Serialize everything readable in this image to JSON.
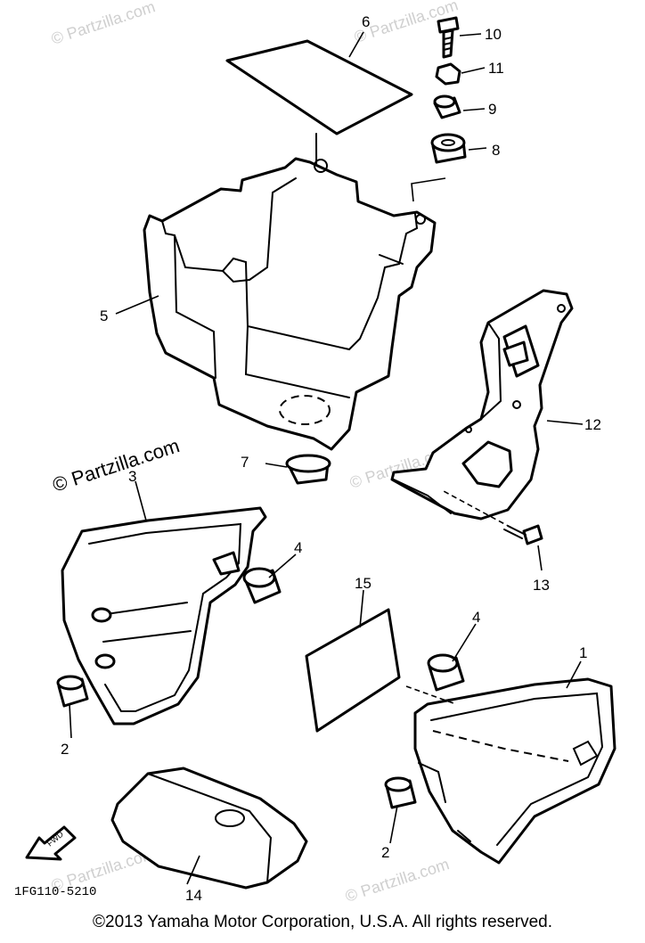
{
  "watermarks": {
    "faint": "© Partzilla.com",
    "prominent": "© Partzilla.com"
  },
  "diagram_code": "1FG110-5210",
  "fwd_icon_label": "FWD",
  "copyright": "©2013  Yamaha Motor Corporation, U.S.A. All rights reserved.",
  "callouts": {
    "c1": "1",
    "c2a": "2",
    "c2b": "2",
    "c3": "3",
    "c4a": "4",
    "c4b": "4",
    "c5": "5",
    "c6": "6",
    "c7": "7",
    "c8": "8",
    "c9": "9",
    "c10": "10",
    "c11": "11",
    "c12": "12",
    "c13": "13",
    "c14": "14",
    "c15": "15"
  }
}
